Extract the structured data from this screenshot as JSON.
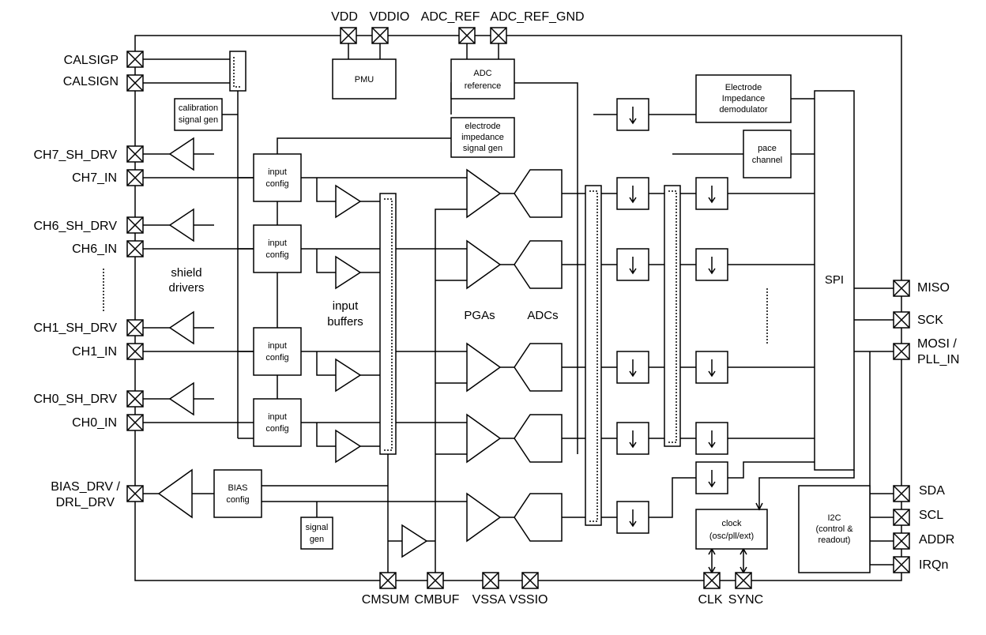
{
  "pins": {
    "top": [
      "VDD",
      "VDDIO",
      "ADC_REF",
      "ADC_REF_GND"
    ],
    "left": [
      "CALSIGP",
      "CALSIGN",
      "CH7_SH_DRV",
      "CH7_IN",
      "CH6_SH_DRV",
      "CH6_IN",
      "CH1_SH_DRV",
      "CH1_IN",
      "CH0_SH_DRV",
      "CH0_IN"
    ],
    "bias": [
      "BIAS_DRV /",
      "DRL_DRV"
    ],
    "right": [
      "MISO",
      "SCK",
      "SDA",
      "SCL",
      "ADDR",
      "IRQn"
    ],
    "mosi": [
      "MOSI /",
      "PLL_IN"
    ],
    "bottom": [
      "CMSUM",
      "CMBUF",
      "VSSA",
      "VSSIO",
      "CLK",
      "SYNC"
    ]
  },
  "blocks": {
    "pmu": "PMU",
    "adc_reference": [
      "ADC",
      "reference"
    ],
    "calibration": [
      "calibration",
      "signal gen"
    ],
    "electrode_sig": [
      "electrode",
      "impedance",
      "signal gen"
    ],
    "electrode_demod": [
      "Electrode",
      "Impedance",
      "demodulator"
    ],
    "pace": [
      "pace",
      "channel"
    ],
    "input_config": [
      "input",
      "config"
    ],
    "bias_config": [
      "BIAS",
      "config"
    ],
    "signal_gen": [
      "signal",
      "gen"
    ],
    "clock": [
      "clock",
      "(osc/pll/ext)"
    ],
    "i2c": [
      "I2C",
      "(control &",
      "readout)"
    ],
    "spi": "SPI"
  },
  "labels": {
    "shield_drivers": [
      "shield",
      "drivers"
    ],
    "input_buffers": [
      "input",
      "buffers"
    ],
    "pgas": "PGAs",
    "adcs": "ADCs"
  }
}
